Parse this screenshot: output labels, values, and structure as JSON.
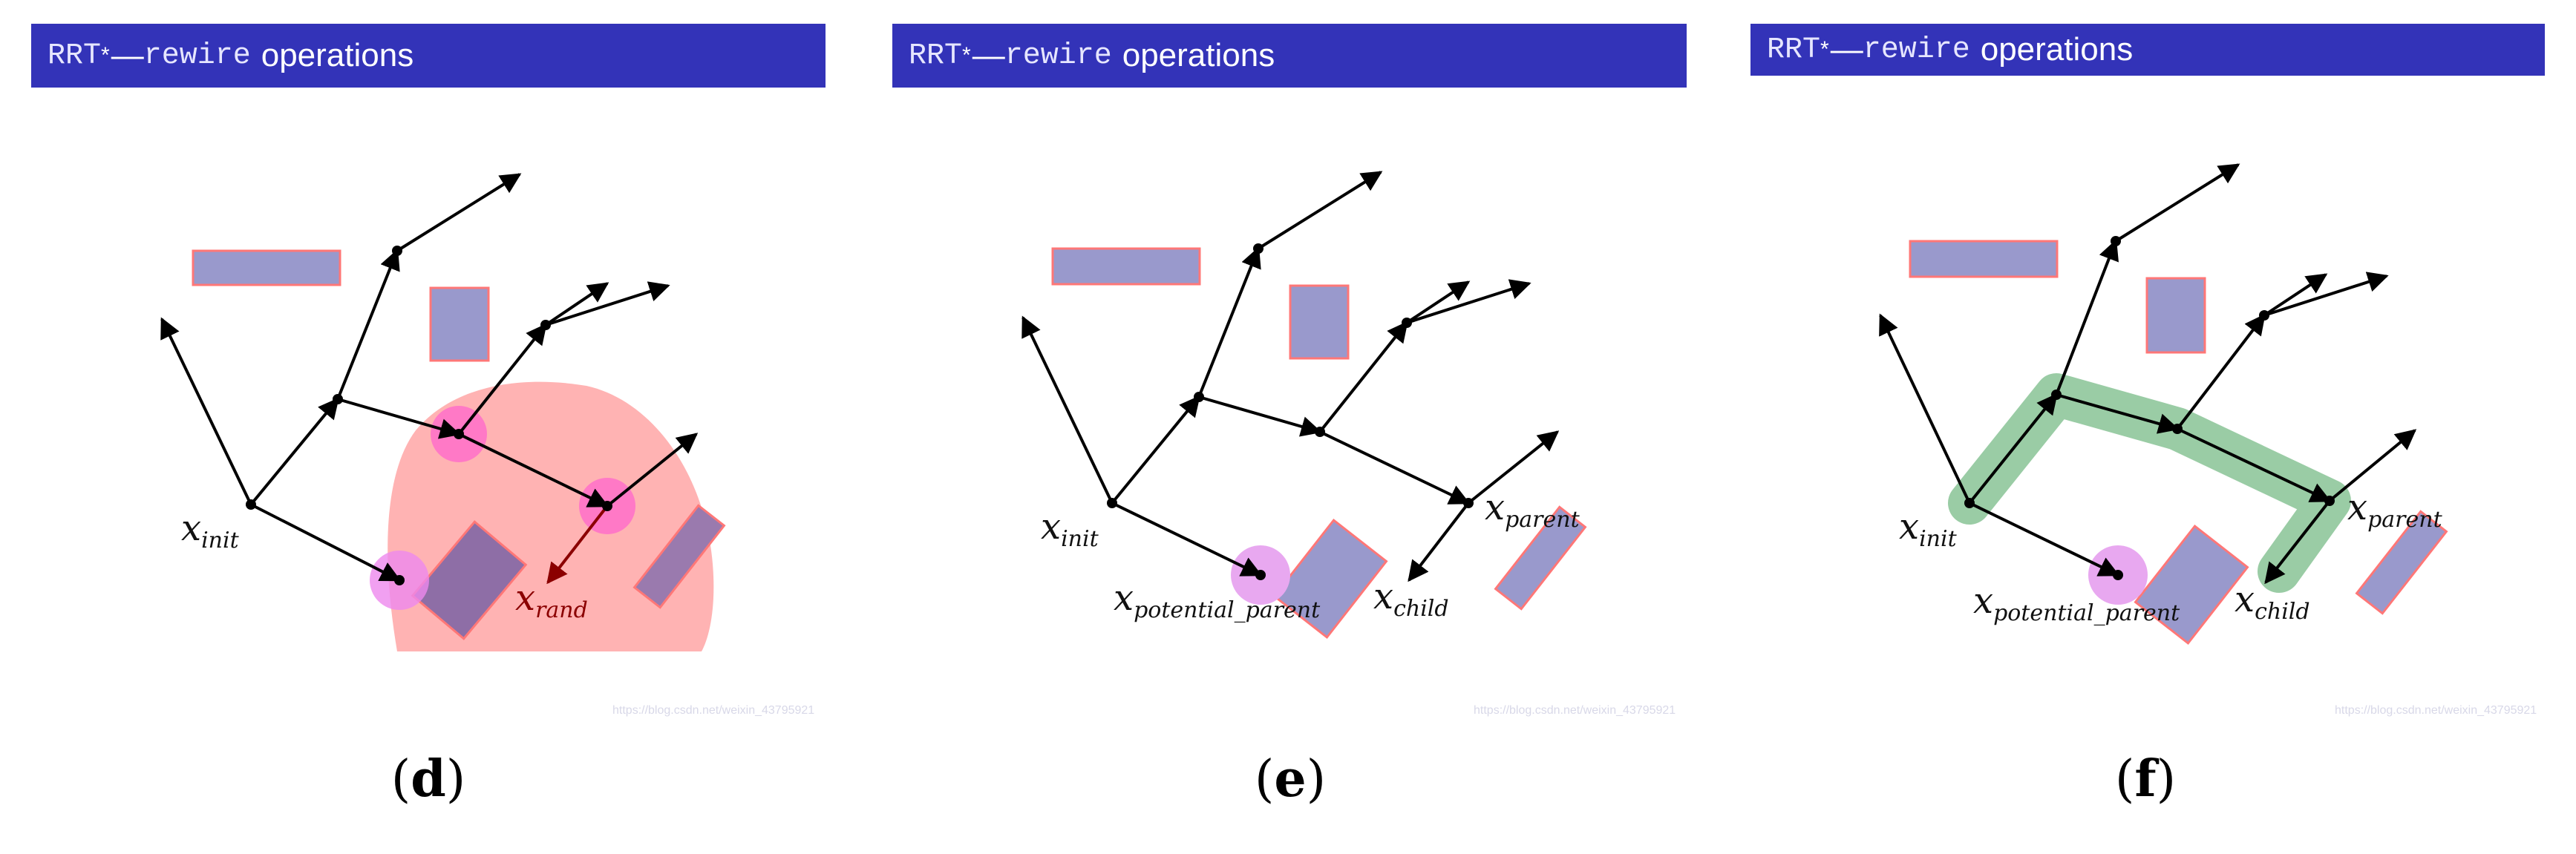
{
  "banner": {
    "algo": "RRT",
    "star": "*",
    "dash": "—",
    "op": "rewire",
    "word": "operations"
  },
  "labels": {
    "init_base": "x",
    "init_sub": "init",
    "rand_base": "x",
    "rand_sub": "rand",
    "parent_base": "x",
    "parent_sub": "parent",
    "child_base": "x",
    "child_sub": "child",
    "pp_base": "x",
    "pp_sub": "potential_parent"
  },
  "watermark": "https://blog.csdn.net/weixin_43795921",
  "captions": {
    "d": {
      "open": "(",
      "letter": "d",
      "close": ")"
    },
    "e": {
      "open": "(",
      "letter": "e",
      "close": ")"
    },
    "f": {
      "open": "(",
      "letter": "f",
      "close": ")"
    }
  },
  "colors": {
    "banner": "#3333b8",
    "obstacle_fill": "#9999cc",
    "obstacle_stroke": "#ff7777",
    "near_region": "#ffb3b3",
    "highlight_node": "#ff66cc",
    "potential_parent": "#e8a8f0",
    "rewired_path": "#8fc79b",
    "rand_arrow": "#8b0000"
  }
}
